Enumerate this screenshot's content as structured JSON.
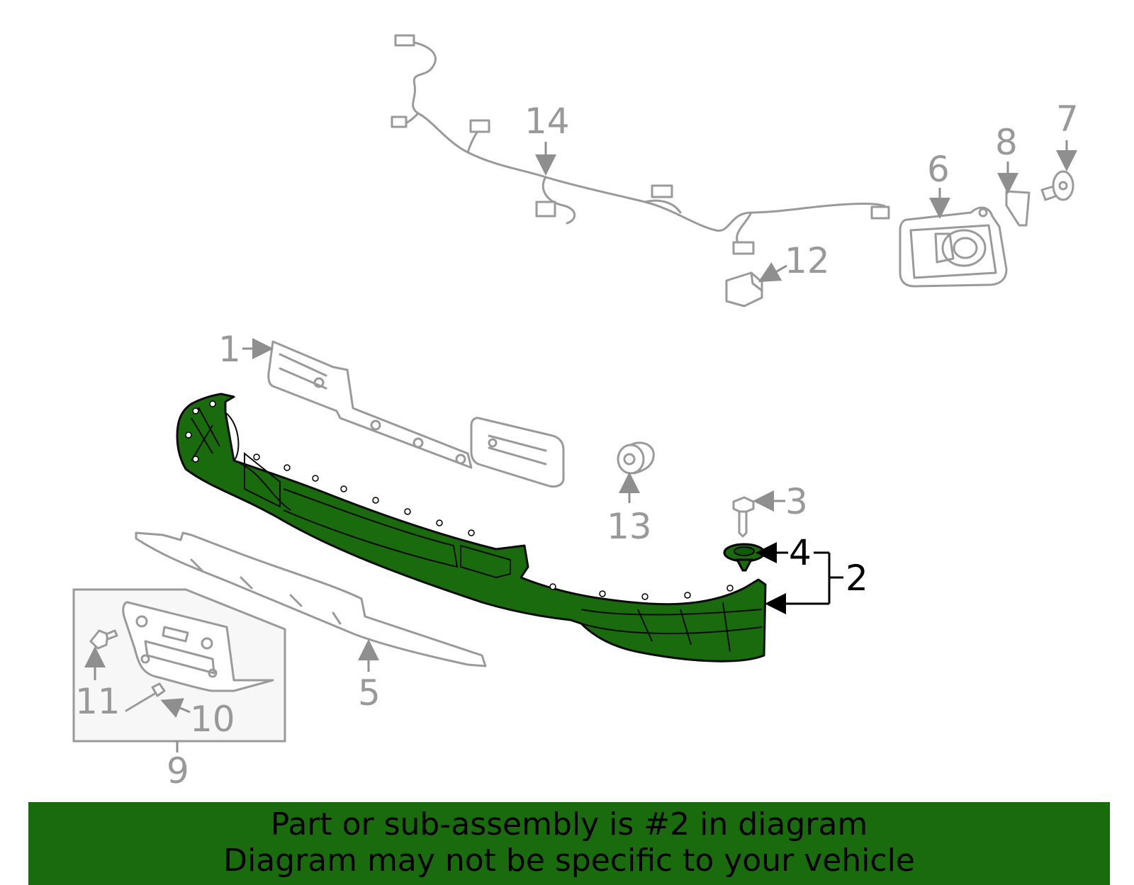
{
  "callouts": {
    "c1": "1",
    "c2": "2",
    "c3": "3",
    "c4": "4",
    "c5": "5",
    "c6": "6",
    "c7": "7",
    "c8": "8",
    "c9": "9",
    "c10": "10",
    "c11": "11",
    "c12": "12",
    "c13": "13",
    "c14": "14"
  },
  "highlight_color": "#1a6a0e",
  "footer": {
    "line1": "Part or sub-assembly is #2 in diagram",
    "line2": "Diagram may not be specific to your vehicle"
  }
}
